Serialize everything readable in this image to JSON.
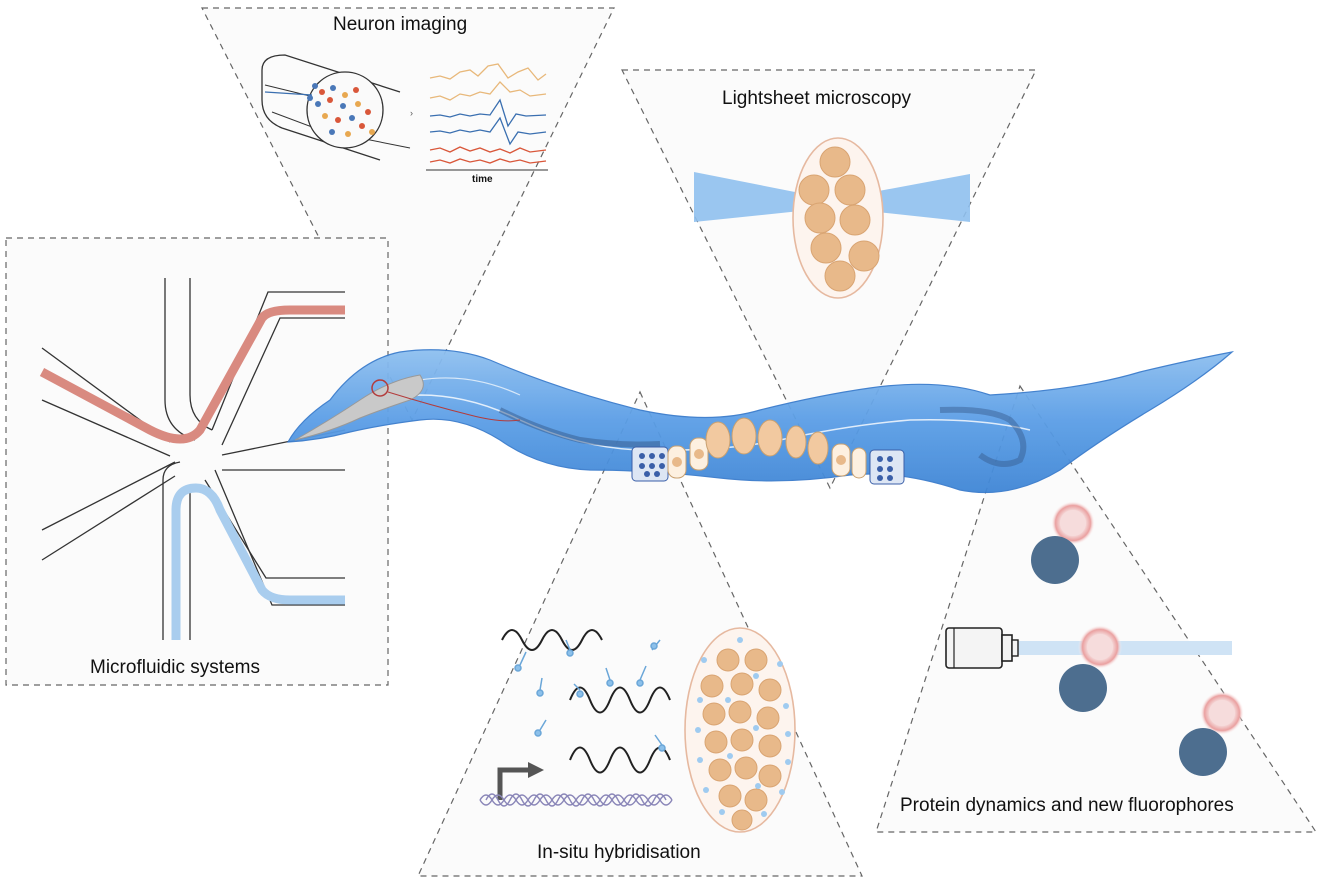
{
  "panels": {
    "neuron_imaging": {
      "title": "Neuron imaging",
      "axis_label": "time"
    },
    "lightsheet": {
      "title": "Lightsheet microscopy"
    },
    "microfluidic": {
      "title": "Microfluidic systems"
    },
    "insitu": {
      "title": "In-situ hybridisation"
    },
    "protein": {
      "title": "Protein dynamics and new fluorophores"
    }
  },
  "colors": {
    "worm_blue": "#5b9ee6",
    "worm_dark": "#3b7fd0",
    "egg_orange": "#e8b98a",
    "flow_red": "#d98a80",
    "flow_blue": "#a9cdee",
    "fluorophore_dark": "#4d6e8f",
    "fluorophore_glow": "#e89a9a"
  }
}
